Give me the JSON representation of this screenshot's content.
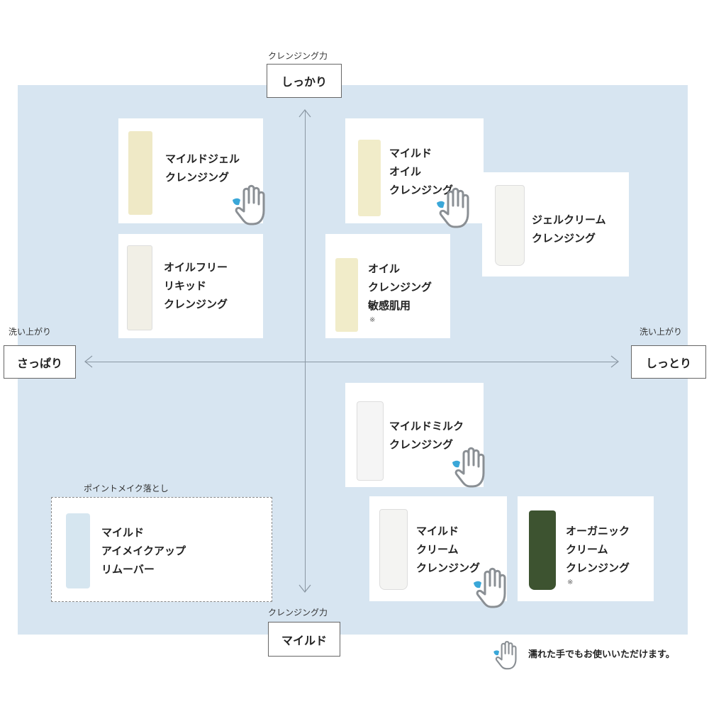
{
  "axes": {
    "top": {
      "caption": "クレンジング力",
      "label": "しっかり"
    },
    "bottom": {
      "caption": "クレンジング力",
      "label": "マイルド"
    },
    "left": {
      "caption": "洗い上がり",
      "label": "さっぱり"
    },
    "right": {
      "caption": "洗い上がり",
      "label": "しっとり"
    }
  },
  "products": [
    {
      "name": "マイルドジェル\nクレンジング",
      "wet_hands": true
    },
    {
      "name": "オイルフリー\nリキッド\nクレンジング",
      "wet_hands": false
    },
    {
      "name": "マイルド\nオイル\nクレンジング",
      "wet_hands": true
    },
    {
      "name": "ジェルクリーム\nクレンジング",
      "wet_hands": false
    },
    {
      "name": "オイル\nクレンジング\n敏感肌用",
      "note": "※",
      "wet_hands": false
    },
    {
      "name": "マイルドミルク\nクレンジング",
      "wet_hands": true
    },
    {
      "name": "マイルド\nクリーム\nクレンジング",
      "wet_hands": true
    },
    {
      "name": "オーガニック\nクリーム\nクレンジング",
      "note": "※",
      "wet_hands": false
    }
  ],
  "point_makeup": {
    "caption": "ポイントメイク落とし",
    "name": "マイルド\nアイメイクアップ\nリムーバー"
  },
  "legend": {
    "text": "濡れた手でもお使いいただけます。"
  }
}
